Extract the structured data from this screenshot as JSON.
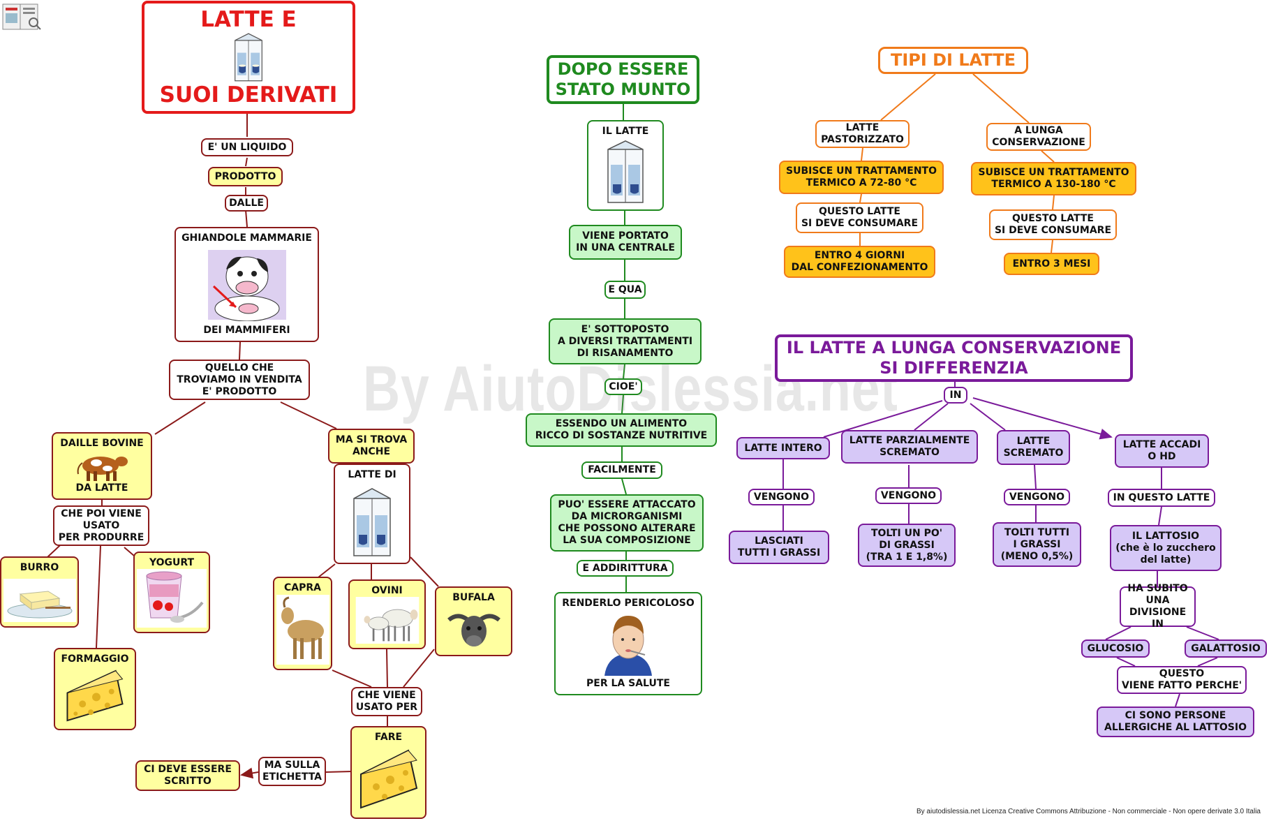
{
  "watermark": "By AiutoDislessia.net",
  "footer": "By aiutodislessia.net Licenza Creative Commons Attribuzione - Non commerciale - Non opere derivate 3.0 Italia",
  "colors": {
    "red": "#e41a1a",
    "brown": "#8b1a1a",
    "green": "#1f8a1f",
    "orange": "#f07a1a",
    "purple": "#7a1a9a",
    "yellow": "#ffffa0",
    "gold": "#ffc21a",
    "mint": "#c8f7c8",
    "lavender": "#d6c8f7"
  },
  "left": {
    "title_top": "LATTE E",
    "title_bottom": "SUOI DERIVATI",
    "liquido": "E' UN LIQUIDO",
    "prodotto": "PRODOTTO",
    "dalle": "DALLE",
    "ghiandole_top": "GHIANDOLE MAMMARIE",
    "ghiandole_bottom": "DEI MAMMIFERI",
    "vendita": "QUELLO CHE\nTROVIAMO IN VENDITA\nE' PRODOTTO",
    "bovine_top": "DAILLE BOVINE",
    "bovine_bottom": "DA LATTE",
    "usato": "CHE POI VIENE\nUSATO\nPER PRODURRE",
    "burro": "BURRO",
    "yogurt": "YOGURT",
    "formaggio": "FORMAGGIO",
    "anche": "MA SI TROVA\nANCHE",
    "latte_di": "LATTE DI",
    "capra": "CAPRA",
    "ovini": "OVINI",
    "bufala": "BUFALA",
    "usato_per": "CHE VIENE\nUSATO PER",
    "fare": "FARE",
    "etichetta": "MA SULLA\nETICHETTA",
    "scritto": "CI DEVE ESSERE\nSCRITTO"
  },
  "middle": {
    "title": "DOPO ESSERE\nSTATO MUNTO",
    "il_latte": "IL LATTE",
    "portato": "VIENE PORTATO\nIN UNA CENTRALE",
    "e_qua": "E QUA",
    "trattamenti": "E' SOTTOPOSTO\nA DIVERSI TRATTAMENTI\nDI RISANAMENTO",
    "cioe": "CIOE'",
    "alimento": "ESSENDO UN ALIMENTO\nRICCO DI SOSTANZE NUTRITIVE",
    "facilmente": "FACILMENTE",
    "attaccato": "PUO' ESSERE ATTACCATO\nDA MICRORGANISMI\nCHE POSSONO ALTERARE\nLA SUA COMPOSIZIONE",
    "addirittura": "E ADDIRITTURA",
    "pericoloso_top": "RENDERLO PERICOLOSO",
    "pericoloso_bottom": "PER LA SALUTE"
  },
  "types": {
    "title": "TIPI DI LATTE",
    "past": "LATTE\nPASTORIZZATO",
    "lunga": "A LUNGA\nCONSERVAZIONE",
    "past_tratt": "SUBISCE UN TRATTAMENTO\nTERMICO A 72-80 °C",
    "lunga_tratt": "SUBISCE UN TRATTAMENTO\nTERMICO A 130-180 °C",
    "past_consumo": "QUESTO LATTE\nSI DEVE CONSUMARE",
    "lunga_consumo": "QUESTO LATTE\nSI DEVE CONSUMARE",
    "past_entro": "ENTRO 4 GIORNI\nDAL CONFEZIONAMENTO",
    "lunga_entro": "ENTRO 3 MESI"
  },
  "lunga": {
    "title": "IL LATTE A LUNGA CONSERVAZIONE\nSI DIFFERENZIA",
    "in": "IN",
    "intero": "LATTE INTERO",
    "parz": "LATTE PARZIALMENTE\nSCREMATO",
    "screm": "LATTE\nSCREMATO",
    "accadi": "LATTE ACCADI\nO HD",
    "vengono1": "VENGONO",
    "vengono2": "VENGONO",
    "vengono3": "VENGONO",
    "in_questo": "IN QUESTO LATTE",
    "lasciati": "LASCIATI\nTUTTI I GRASSI",
    "tolti_po": "TOLTI UN PO'\nDI GRASSI\n(TRA 1 E 1,8%)",
    "tolti_tutti": "TOLTI TUTTI\nI GRASSI\n(MENO 0,5%)",
    "lattosio": "IL LATTOSIO\n(che è lo zucchero\ndel latte)",
    "divisione": "HA SUBITO\nUNA DIVISIONE\nIN",
    "glucosio": "GLUCOSIO",
    "galattosio": "GALATTOSIO",
    "perche": "QUESTO\nVIENE FATTO PERCHE'",
    "allergiche": "CI SONO PERSONE\nALLERGICHE AL LATTOSIO"
  }
}
